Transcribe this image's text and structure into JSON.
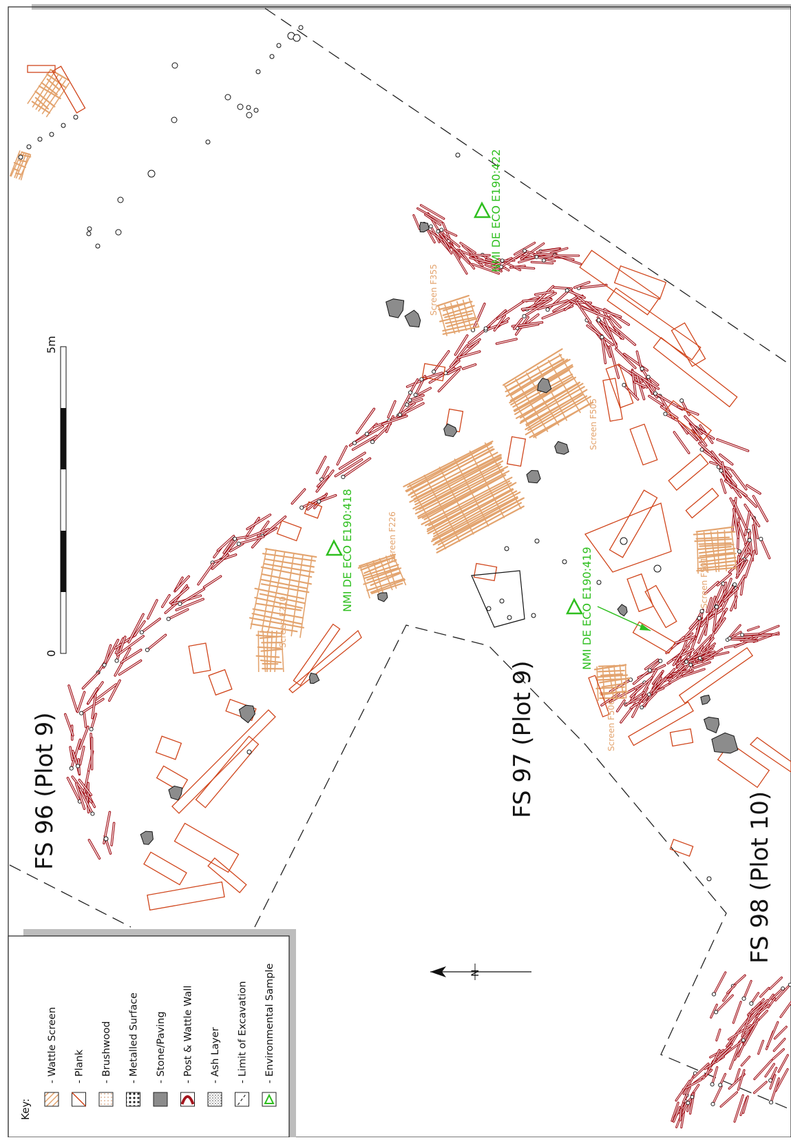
{
  "key": {
    "title": "Key:",
    "items": [
      {
        "label": "- Wattle Screen",
        "icon": "wattle-screen-swatch"
      },
      {
        "label": "- Plank",
        "icon": "plank-swatch"
      },
      {
        "label": "- Brushwood",
        "icon": "brushwood-swatch"
      },
      {
        "label": "- Metalled Surface",
        "icon": "metalled-surface-swatch"
      },
      {
        "label": "- Stone/Paving",
        "icon": "stone-paving-swatch"
      },
      {
        "label": "- Post & Wattle Wall",
        "icon": "post-wattle-wall-swatch"
      },
      {
        "label": "- Ash Layer",
        "icon": "ash-layer-swatch"
      },
      {
        "label": "- Limit of Excavation",
        "icon": "limit-excavation-swatch"
      },
      {
        "label": "- Environmental Sample",
        "icon": "environmental-sample-triangle"
      }
    ]
  },
  "plots": {
    "fs96": "FS 96 (Plot 9)",
    "fs97": "FS 97 (Plot 9)",
    "fs98": "FS 98 (Plot 10)"
  },
  "scale": {
    "zero": "0",
    "max": "5m"
  },
  "north": "N",
  "screens": {
    "f355": "Screen F355",
    "f505": "Screen F505",
    "f226": "Screen F226",
    "f210": "Screen F210",
    "f501": "Screen F501",
    "f506": "Screen F506"
  },
  "samples": {
    "e422": "NMI DE ECO E190:422",
    "e418": "NMI DE ECO E190:418",
    "e419": "NMI DE ECO E190:419"
  },
  "colors": {
    "wall": "#a3141c",
    "plank": "#d0451b",
    "wattle": "#e3a46f",
    "sample": "#2fbf1f",
    "stone": "#8c8c8c",
    "frame_shadow": "#bdbdbd"
  }
}
